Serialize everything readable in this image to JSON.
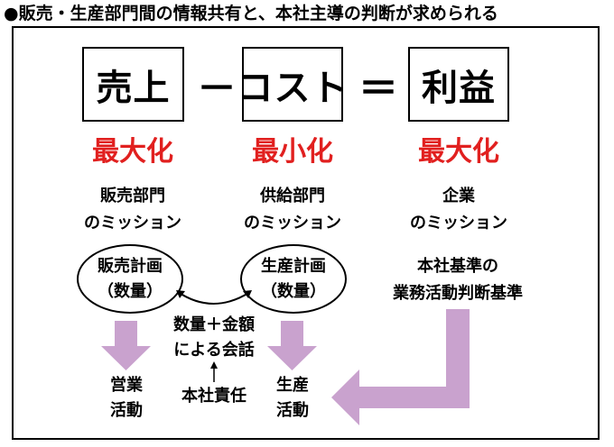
{
  "title": "●販売・生産部門間の情報共有と、本社主導の判断が求められる",
  "equation": {
    "sales": "売上",
    "minus": "－",
    "cost": "コスト",
    "equals": "＝",
    "profit": "利益"
  },
  "goals": {
    "sales": "最大化",
    "cost": "最小化",
    "profit": "最大化"
  },
  "missions": {
    "sales": [
      "販売部門",
      "のミッション"
    ],
    "supply": [
      "供給部門",
      "のミッション"
    ],
    "company": [
      "企業",
      "のミッション"
    ]
  },
  "plans": {
    "sales": [
      "販売計画",
      "（数量）"
    ],
    "production": [
      "生産計画",
      "（数量）"
    ]
  },
  "criteria": [
    "本社基準の",
    "業務活動判断基準"
  ],
  "conversation": [
    "数量＋金額",
    "による会話"
  ],
  "responsibility": "本社責任",
  "activities": {
    "sales": [
      "営業",
      "活動"
    ],
    "production": [
      "生産",
      "活動"
    ]
  },
  "colors": {
    "accent_red": "#e1201f",
    "arrow_purple": "#c9a2ce"
  }
}
